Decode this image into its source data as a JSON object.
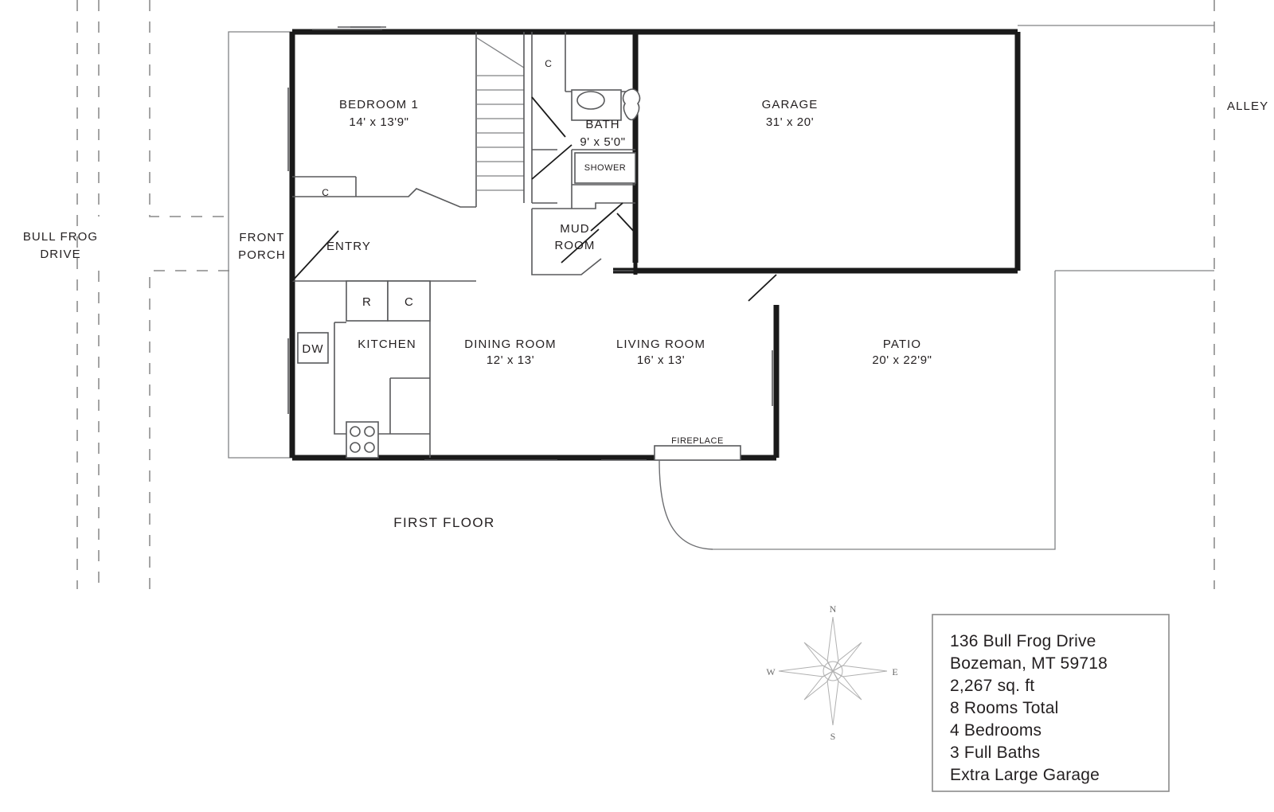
{
  "plan": {
    "title_tag": "FIRST FLOOR",
    "streets": [
      {
        "name": "bull-frog-drive",
        "line1": "BULL FROG",
        "line2": "DRIVE"
      },
      {
        "name": "alley",
        "line1": "ALLEY",
        "line2": ""
      }
    ],
    "rooms": [
      {
        "key": "bedroom1",
        "name": "BEDROOM 1",
        "dim": "14' x 13'9\""
      },
      {
        "key": "bath",
        "name": "BATH",
        "dim": "9' x 5'0\""
      },
      {
        "key": "garage",
        "name": "GARAGE",
        "dim": "31' x 20'"
      },
      {
        "key": "mudroom",
        "name": "MUD",
        "dim": "ROOM"
      },
      {
        "key": "front_porch",
        "name": "FRONT",
        "dim": "PORCH"
      },
      {
        "key": "entry",
        "name": "ENTRY",
        "dim": ""
      },
      {
        "key": "kitchen",
        "name": "KITCHEN",
        "dim": ""
      },
      {
        "key": "dining",
        "name": "DINING ROOM",
        "dim": "12' x 13'"
      },
      {
        "key": "living",
        "name": "LIVING ROOM",
        "dim": "16' x 13'"
      },
      {
        "key": "patio",
        "name": "PATIO",
        "dim": "20' x 22'9\""
      }
    ],
    "fixtures": [
      {
        "key": "closet_bed",
        "label": "C"
      },
      {
        "key": "closet_hall",
        "label": "C"
      },
      {
        "key": "refrigerator",
        "label": "R"
      },
      {
        "key": "cabinet",
        "label": "C"
      },
      {
        "key": "dishwasher",
        "label": "DW"
      },
      {
        "key": "shower",
        "label": "SHOWER"
      },
      {
        "key": "fireplace",
        "label": "FIREPLACE"
      }
    ],
    "compass": {
      "n": "N",
      "e": "E",
      "s": "S",
      "w": "W"
    }
  },
  "info_box": {
    "lines": [
      "136 Bull Frog Drive",
      "Bozeman, MT 59718",
      "2,267 sq. ft",
      "8 Rooms Total",
      "4 Bedrooms",
      "3 Full Baths",
      "Extra Large Garage"
    ]
  },
  "colors": {
    "wall": "#1a1a1a",
    "thin": "#58595b",
    "dashed": "#9a9a9a",
    "text": "#231f20",
    "background": "#ffffff"
  }
}
